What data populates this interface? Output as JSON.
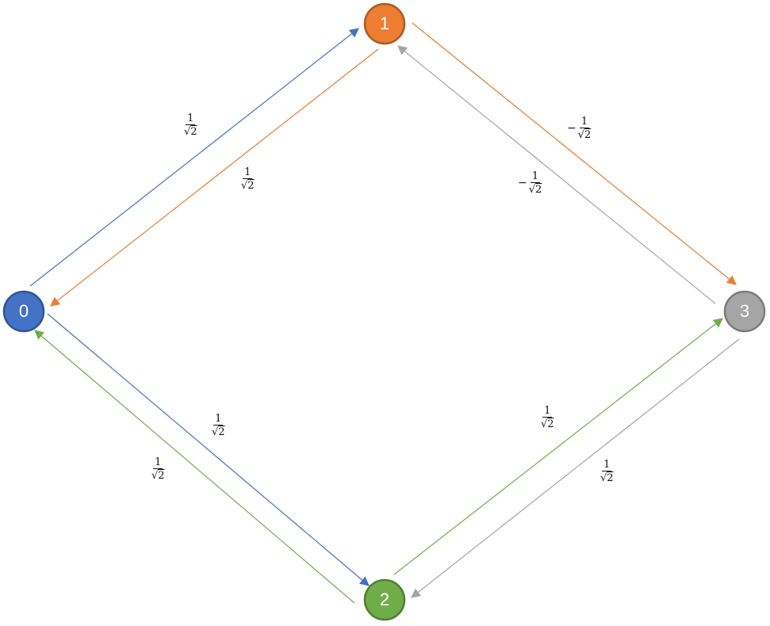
{
  "nodes": [
    {
      "label": "0",
      "color": "#4472C4",
      "stroke": "#2F5597"
    },
    {
      "label": "1",
      "color": "#ED7D31",
      "stroke": "#AE5A21"
    },
    {
      "label": "2",
      "color": "#70AD47",
      "stroke": "#507E32"
    },
    {
      "label": "3",
      "color": "#A5A5A5",
      "stroke": "#7B7B7B"
    }
  ],
  "edges": [
    {
      "from": "0",
      "to": "1",
      "color": "#4472C4",
      "weight": {
        "sign": "",
        "num": "1",
        "den_radical": "√",
        "den_value": "2"
      }
    },
    {
      "from": "1",
      "to": "0",
      "color": "#ED7D31",
      "weight": {
        "sign": "",
        "num": "1",
        "den_radical": "√",
        "den_value": "2"
      }
    },
    {
      "from": "1",
      "to": "3",
      "color": "#ED7D31",
      "weight": {
        "sign": "−",
        "num": "1",
        "den_radical": "√",
        "den_value": "2"
      }
    },
    {
      "from": "3",
      "to": "1",
      "color": "#A5A5A5",
      "weight": {
        "sign": "−",
        "num": "1",
        "den_radical": "√",
        "den_value": "2"
      }
    },
    {
      "from": "0",
      "to": "2",
      "color": "#4472C4",
      "weight": {
        "sign": "",
        "num": "1",
        "den_radical": "√",
        "den_value": "2"
      }
    },
    {
      "from": "2",
      "to": "0",
      "color": "#70AD47",
      "weight": {
        "sign": "",
        "num": "1",
        "den_radical": "√",
        "den_value": "2"
      }
    },
    {
      "from": "2",
      "to": "3",
      "color": "#70AD47",
      "weight": {
        "sign": "",
        "num": "1",
        "den_radical": "√",
        "den_value": "2"
      }
    },
    {
      "from": "3",
      "to": "2",
      "color": "#A5A5A5",
      "weight": {
        "sign": "",
        "num": "1",
        "den_radical": "√",
        "den_value": "2"
      }
    }
  ]
}
